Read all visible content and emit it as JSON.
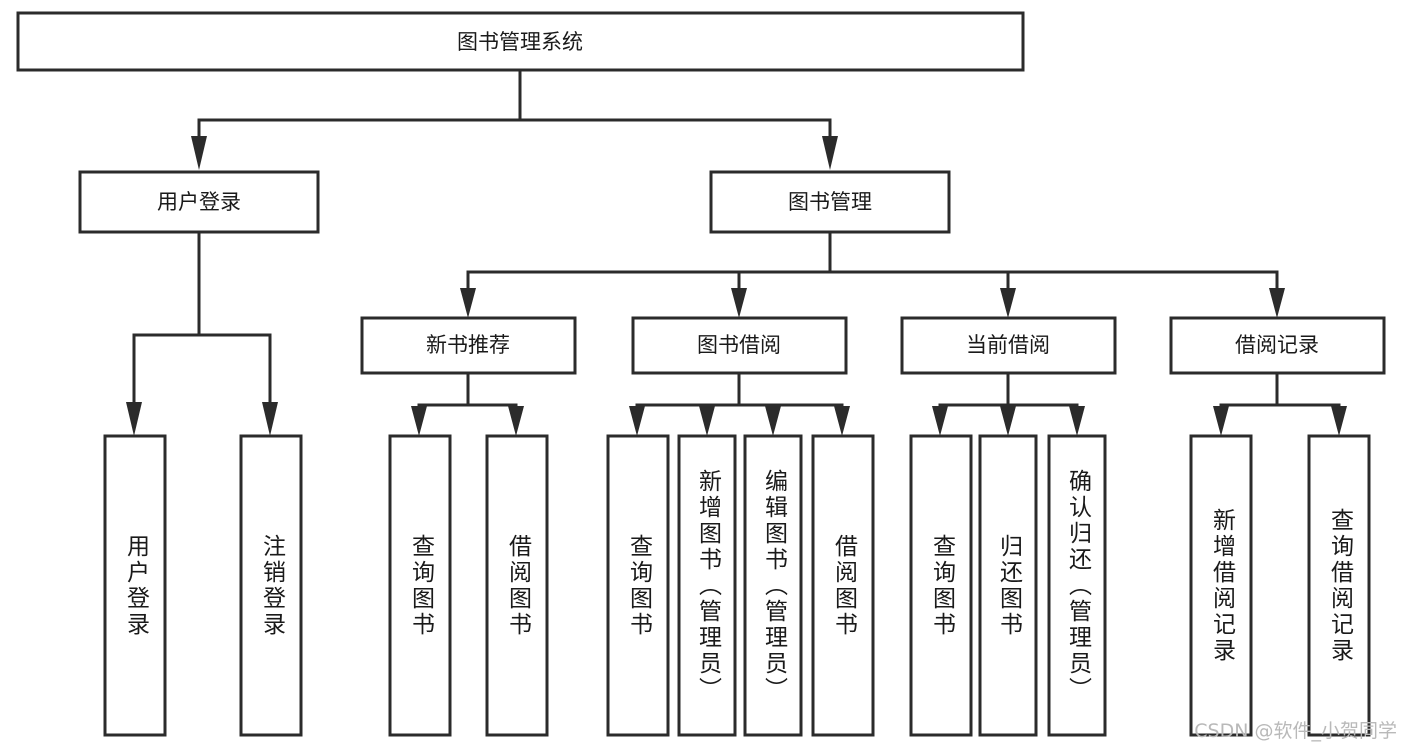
{
  "diagram": {
    "title": "图书管理系统",
    "root": {
      "label": "图书管理系统"
    },
    "level2": [
      {
        "label": "用户登录"
      },
      {
        "label": "图书管理"
      }
    ],
    "level3": [
      {
        "label": "新书推荐"
      },
      {
        "label": "图书借阅"
      },
      {
        "label": "当前借阅"
      },
      {
        "label": "借阅记录"
      }
    ],
    "leaves": {
      "user_login": [
        {
          "label": "用户登录"
        },
        {
          "label": "注销登录"
        }
      ],
      "new_book_recommend": [
        {
          "label": "查询图书"
        },
        {
          "label": "借阅图书"
        }
      ],
      "book_borrow": [
        {
          "label": "查询图书"
        },
        {
          "label": "新增图书（管理员）"
        },
        {
          "label": "编辑图书（管理员）"
        },
        {
          "label": "借阅图书"
        }
      ],
      "current_borrow": [
        {
          "label": "查询图书"
        },
        {
          "label": "归还图书"
        },
        {
          "label": "确认归还（管理员）"
        }
      ],
      "borrow_records": [
        {
          "label": "新增借阅记录"
        },
        {
          "label": "查询借阅记录"
        }
      ]
    }
  },
  "watermark": {
    "text": "CSDN @软件_小贺同学"
  },
  "colors": {
    "line": "#2b2b2b",
    "text": "#1a1a1a",
    "background": "#ffffff",
    "watermark": "#b9b9b9"
  }
}
